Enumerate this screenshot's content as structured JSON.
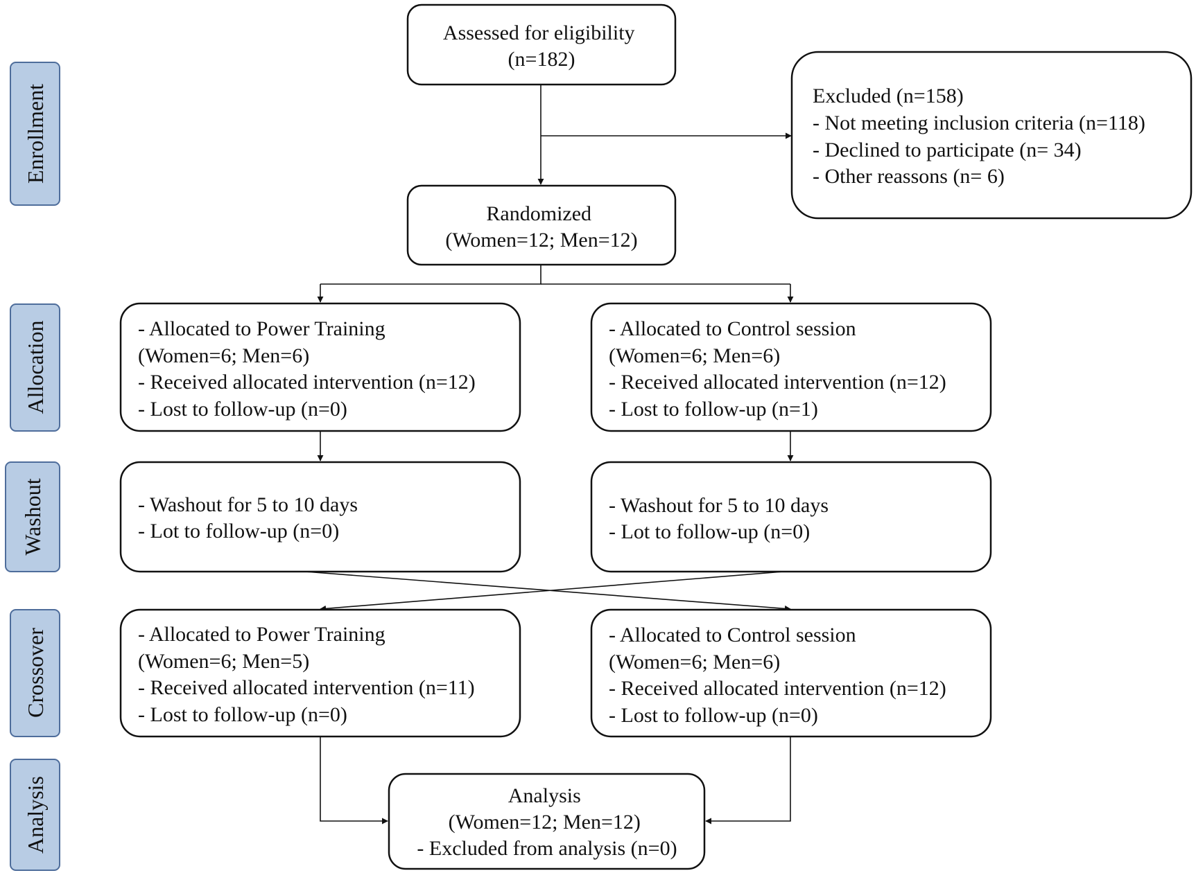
{
  "stages": {
    "enrollment": "Enrollment",
    "allocation": "Allocation",
    "washout": "Washout",
    "crossover": "Crossover",
    "analysis": "Analysis"
  },
  "boxes": {
    "assessed": {
      "lines": [
        "Assessed for eligibility",
        "(n=182)"
      ]
    },
    "excluded": {
      "lines": [
        "Excluded (n=158)",
        "- Not meeting inclusion criteria (n=118)",
        "- Declined to participate (n= 34)",
        "- Other reassons (n= 6)"
      ]
    },
    "randomized": {
      "lines": [
        "Randomized",
        "(Women=12; Men=12)"
      ]
    },
    "alloc_power": {
      "lines": [
        "- Allocated to Power Training",
        "(Women=6; Men=6)",
        "- Received allocated intervention (n=12)",
        "- Lost to follow-up (n=0)"
      ]
    },
    "alloc_control": {
      "lines": [
        "- Allocated to Control session",
        "(Women=6; Men=6)",
        "- Received allocated intervention (n=12)",
        "- Lost to follow-up (n=1)"
      ]
    },
    "washout_left": {
      "lines": [
        "- Washout for 5 to 10 days",
        "- Lot to follow-up (n=0)"
      ]
    },
    "washout_right": {
      "lines": [
        "- Washout for 5 to 10 days",
        "- Lot to follow-up (n=0)"
      ]
    },
    "cross_power": {
      "lines": [
        "- Allocated to Power Training",
        "(Women=6; Men=5)",
        "- Received allocated intervention (n=11)",
        "- Lost to follow-up (n=0)"
      ]
    },
    "cross_control": {
      "lines": [
        "- Allocated to Control session",
        "(Women=6; Men=6)",
        "- Received allocated intervention (n=12)",
        "- Lost to follow-up (n=0)"
      ]
    },
    "analysis": {
      "lines": [
        "Analysis",
        "(Women=12; Men=12)",
        "- Excluded from analysis (n=0)"
      ]
    }
  }
}
